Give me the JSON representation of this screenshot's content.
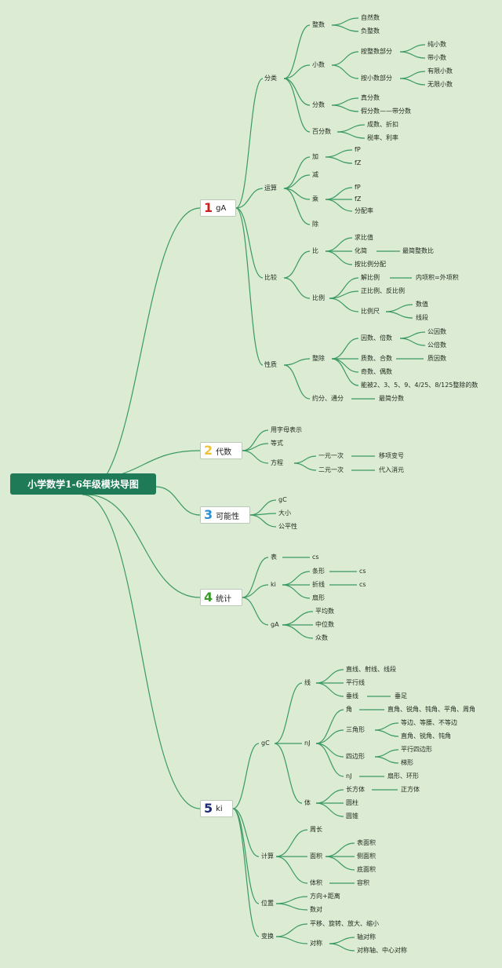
{
  "root": "小学数学1-6年级模块导图",
  "branches": [
    {
      "num": "1",
      "label": "gA",
      "color": "#c8201e"
    },
    {
      "num": "2",
      "label": "代数",
      "color": "#f0c23a"
    },
    {
      "num": "3",
      "label": "可能性",
      "color": "#2c8fd0"
    },
    {
      "num": "4",
      "label": "统计",
      "color": "#3a9a2a"
    },
    {
      "num": "5",
      "label": "ki",
      "color": "#1c2a78"
    }
  ],
  "b1": {
    "fenlei": "分类",
    "zhengshu": "整数",
    "ziranshu": "自然数",
    "fuzhengshu": "负整数",
    "xiaoshu": "小数",
    "anzhengshu": "按整数部分",
    "chunxiaoshu": "纯小数",
    "daixiaoshu": "带小数",
    "anxiaoshu": "按小数部分",
    "youxian": "有限小数",
    "wuxian": "无限小数",
    "fenshu": "分数",
    "zhenfenshu": "真分数",
    "jiafenshu": "假分数——带分数",
    "baifenshu": "百分数",
    "chengshu": "成数、折扣",
    "shuilv": "税率、利率",
    "yunsuan": "运算",
    "jia": "加",
    "jia_a": "fP",
    "jia_b": "fZ",
    "jian": "减",
    "cheng": "乘",
    "cheng_a": "fP",
    "cheng_b": "fZ",
    "fenpeilv": "分配率",
    "chu": "除",
    "bijiao": "比较",
    "bi": "比",
    "qiubizhi": "求比值",
    "huajian": "化简",
    "zuijian": "最简整数比",
    "anbili": "按比例分配",
    "bili": "比例",
    "jiebili": "解比例",
    "neixiang": "内项积=外项积",
    "zhengfan": "正比例、反比例",
    "bilichi": "比例尺",
    "shuzhi": "数值",
    "xianduan": "线段",
    "xingzhi": "性质",
    "zhengchu": "整除",
    "yinshu": "因数、倍数",
    "gongyinshu": "公因数",
    "gongbeishu": "公倍数",
    "zhishu": "质数、合数",
    "zhiyinshu": "质因数",
    "jishu": "奇数、偶数",
    "nengbei": "能被2、3、5、9、4/25、8/125整除的数",
    "yuefen": "约分、通分",
    "zuijianfen": "最简分数"
  },
  "b2": {
    "zimu": "用字母表示",
    "dengshi": "等式",
    "fangcheng": "方程",
    "yiyuan": "一元一次",
    "yixiang": "移项变号",
    "eryuan": "二元一次",
    "dairu": "代入消元"
  },
  "b3": {
    "gc": "gC",
    "daxiao": "大小",
    "gongping": "公平性"
  },
  "b4": {
    "biao": "表",
    "biao_cs": "cs",
    "ki": "ki",
    "tiaoxing": "条形",
    "tiaoxing_cs": "cs",
    "zhexian": "折线",
    "zhexian_cs": "cs",
    "shanxing": "扇形",
    "ga": "gA",
    "pingjun": "平均数",
    "zhongwei": "中位数",
    "zhongshu": "众数"
  },
  "b5": {
    "gc": "gC",
    "xian": "线",
    "zhixian": "直线、射线、线段",
    "pingxing": "平行线",
    "chuixian": "垂线",
    "chuizu": "垂足",
    "nj": "nJ",
    "jiao": "角",
    "jiao_types": "直角、锐角、钝角、平角、周角",
    "sanjiao": "三角形",
    "sanjiao_a": "等边、等腰、不等边",
    "sanjiao_b": "直角、锐角、钝角",
    "sibian": "四边形",
    "sibian_a": "平行四边形",
    "sibian_b": "梯形",
    "nj2": "nJ",
    "shanxing": "扇形、环形",
    "ti": "体",
    "changfang": "长方体",
    "zhengfang": "正方体",
    "yuanzhu": "圆柱",
    "yuanzhui": "圆锥",
    "jisuan": "计算",
    "zhouchang": "周长",
    "mianji": "面积",
    "biaomian": "表面积",
    "cemian": "侧面积",
    "dimian": "底面积",
    "tiji": "体积",
    "rongji": "容积",
    "weizhi": "位置",
    "fangxiang": "方向+距离",
    "shudui": "数对",
    "bianhuan": "变换",
    "pingyi": "平移、旋转、放大、缩小",
    "duicheng": "对称",
    "zhouduicheng": "轴对称",
    "duichengzhou": "对称轴、中心对称"
  }
}
